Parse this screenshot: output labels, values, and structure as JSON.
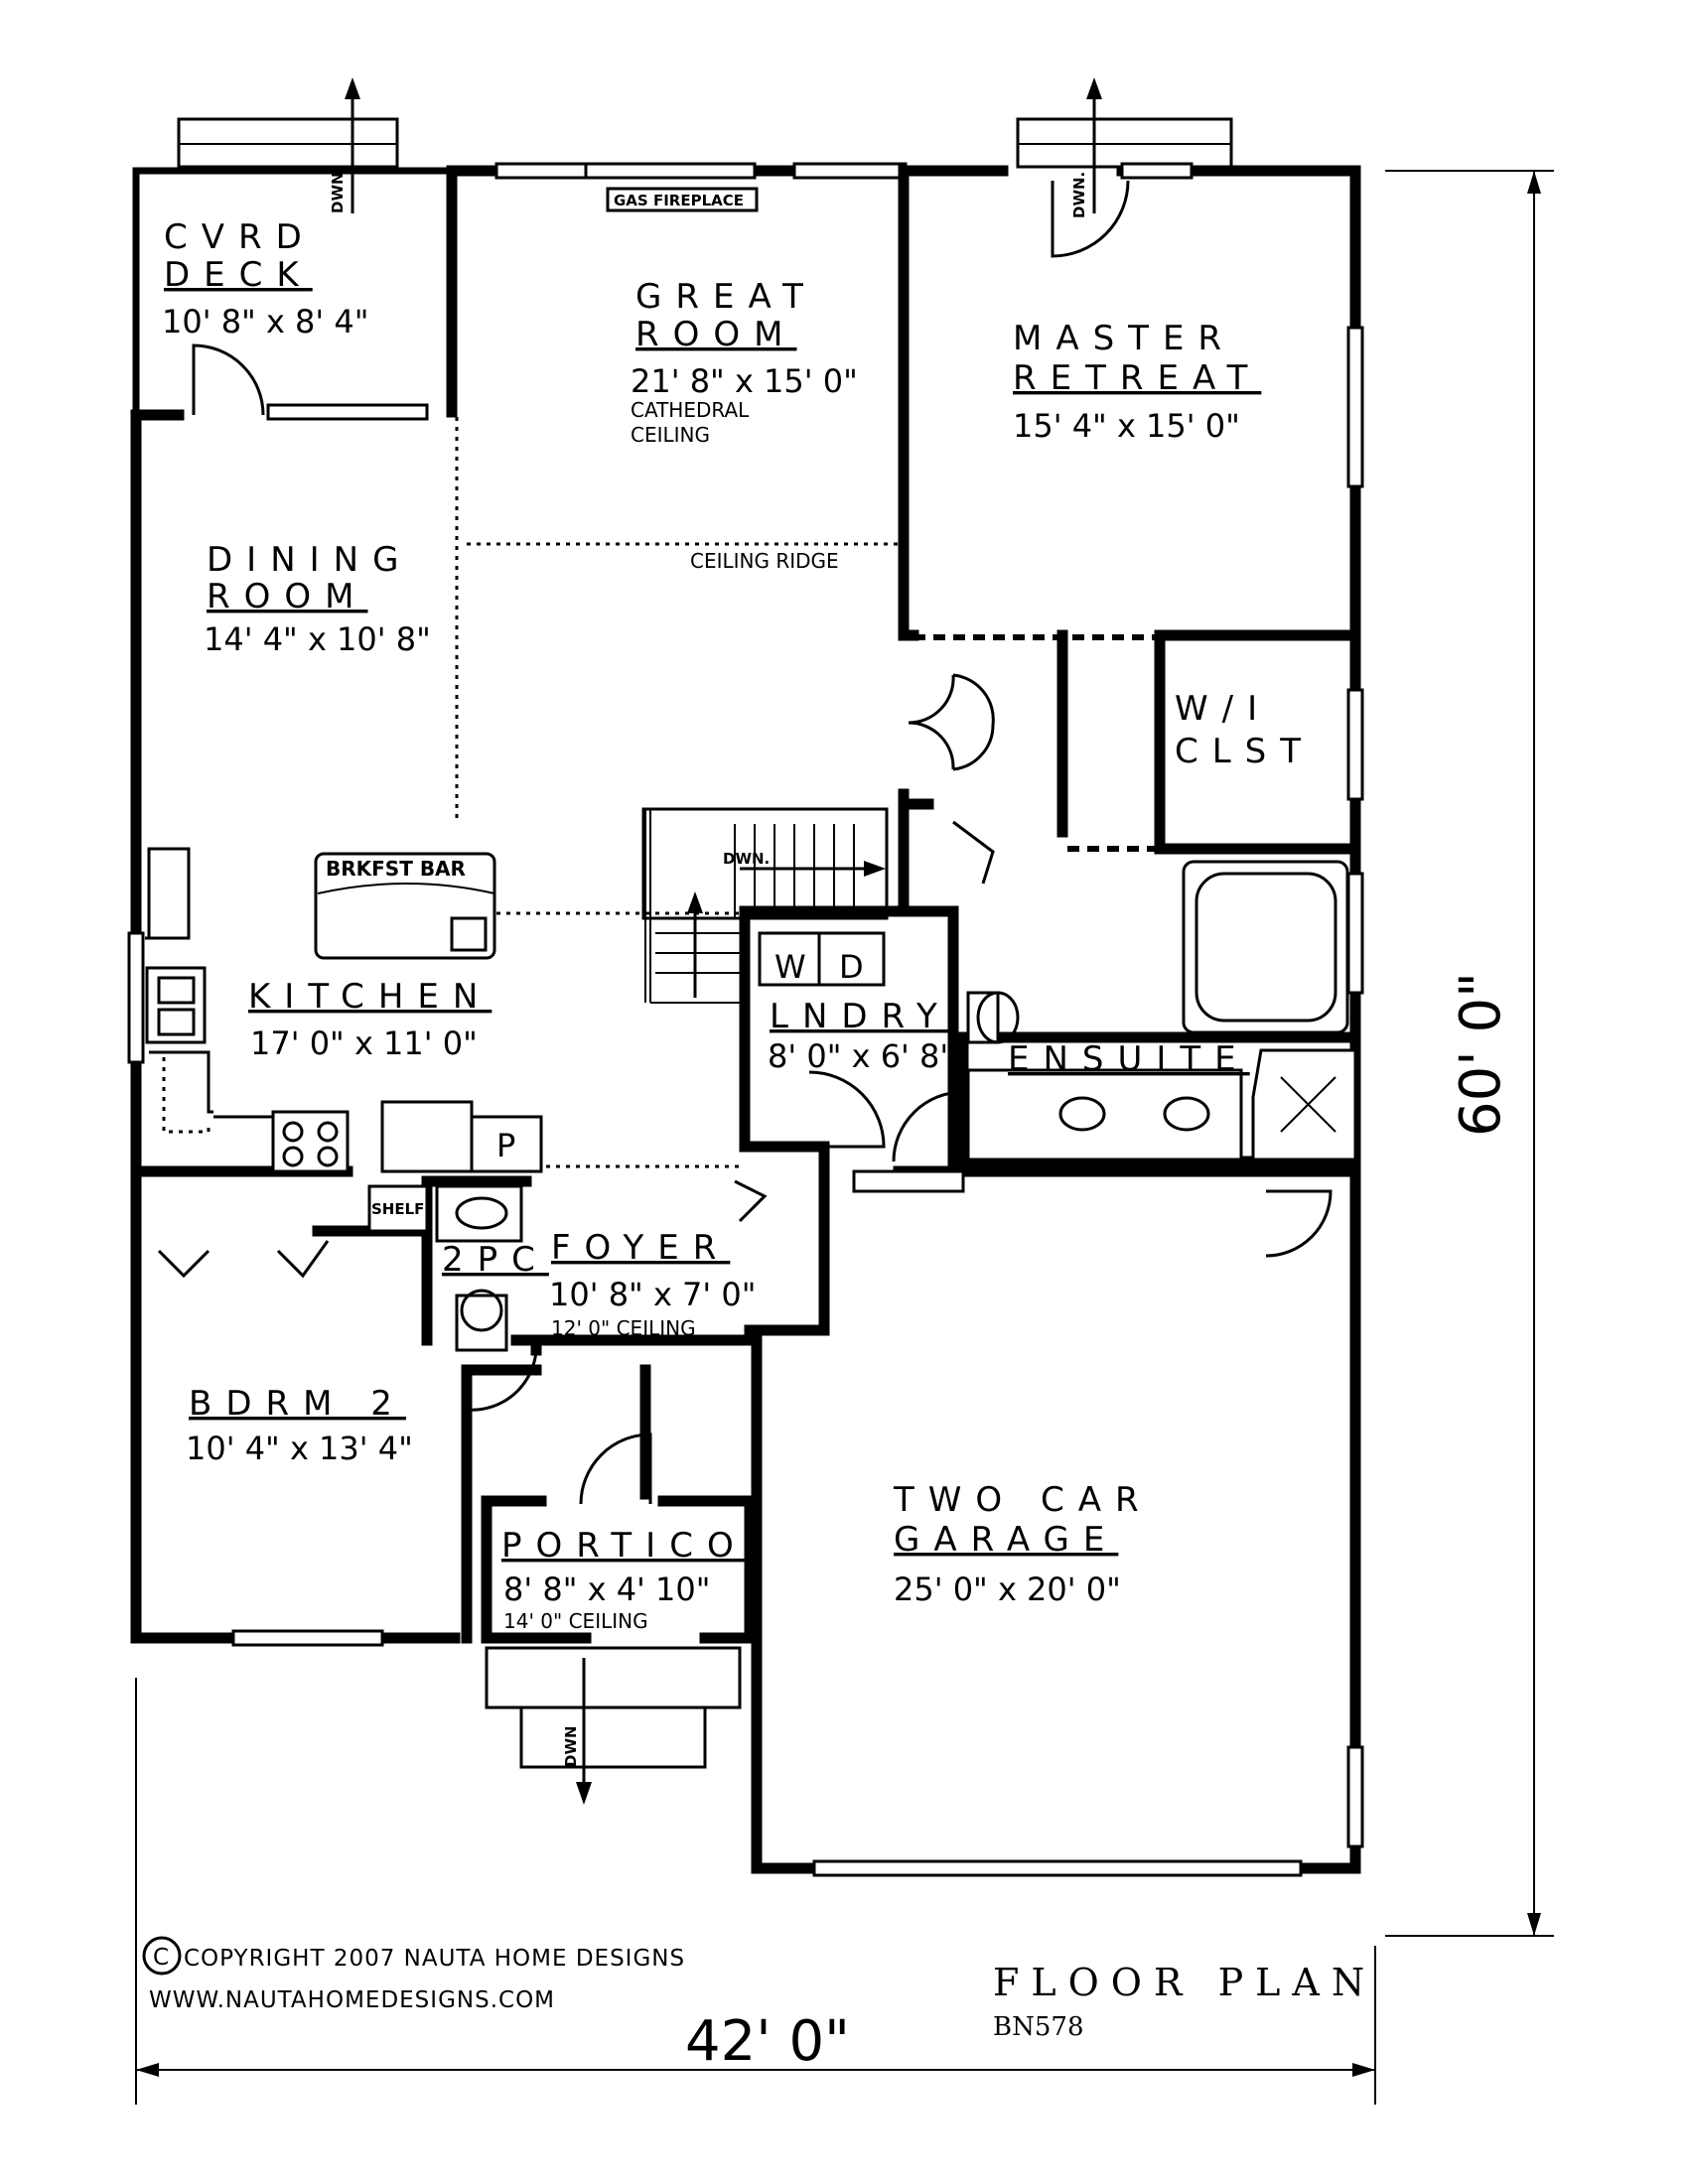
{
  "rooms": {
    "deck": {
      "line1": "CVRD",
      "line2": "DECK",
      "size": "10' 8\" x 8' 4\""
    },
    "great_room": {
      "line1": "GREAT",
      "line2": "ROOM",
      "size": "21' 8\" x 15' 0\"",
      "note1": "CATHEDRAL",
      "note2": "CEILING"
    },
    "master": {
      "line1": "MASTER",
      "line2": "RETREAT",
      "size": "15' 4\" x 15' 0\""
    },
    "dining": {
      "line1": "DINING",
      "line2": "ROOM",
      "size": "14' 4\" x 10' 8\""
    },
    "walkin": {
      "line1": "W/I",
      "line2": "CLST"
    },
    "kitchen": {
      "line1": "KITCHEN",
      "size": "17' 0\" x 11' 0\""
    },
    "laundry": {
      "line1": "LNDRY",
      "size": "8' 0\" x 6' 8\""
    },
    "ensuite": {
      "line1": "ENSUITE"
    },
    "powder": {
      "line1": "2PC"
    },
    "foyer": {
      "line1": "FOYER",
      "size": "10' 8\" x 7' 0\"",
      "note": "12' 0\" CEILING"
    },
    "bedroom2": {
      "line1": "BDRM 2",
      "size": "10' 4\" x 13' 4\""
    },
    "portico": {
      "line1": "PORTICO",
      "size": "8' 8\" x 4' 10\"",
      "note": "14' 0\" CEILING"
    },
    "garage": {
      "line1": "TWO CAR",
      "line2": "GARAGE",
      "size": "25' 0\" x 20' 0\""
    }
  },
  "labels": {
    "gas_fireplace": "GAS FIREPLACE",
    "ceiling_ridge": "CEILING RIDGE",
    "breakfast_bar": "BRKFST BAR",
    "shelf": "SHELF",
    "washer": "W",
    "dryer": "D",
    "pantry": "P",
    "down": "DWN.",
    "down_short": "DWN"
  },
  "dimensions": {
    "width": "42' 0\"",
    "depth": "60' 0\""
  },
  "footer": {
    "copyright": "COPYRIGHT 2007 NAUTA HOME DESIGNS",
    "copyright_symbol": "C",
    "website": "WWW.NAUTAHOMEDESIGNS.COM",
    "title": "FLOOR PLAN",
    "plan_code": "BN578"
  }
}
